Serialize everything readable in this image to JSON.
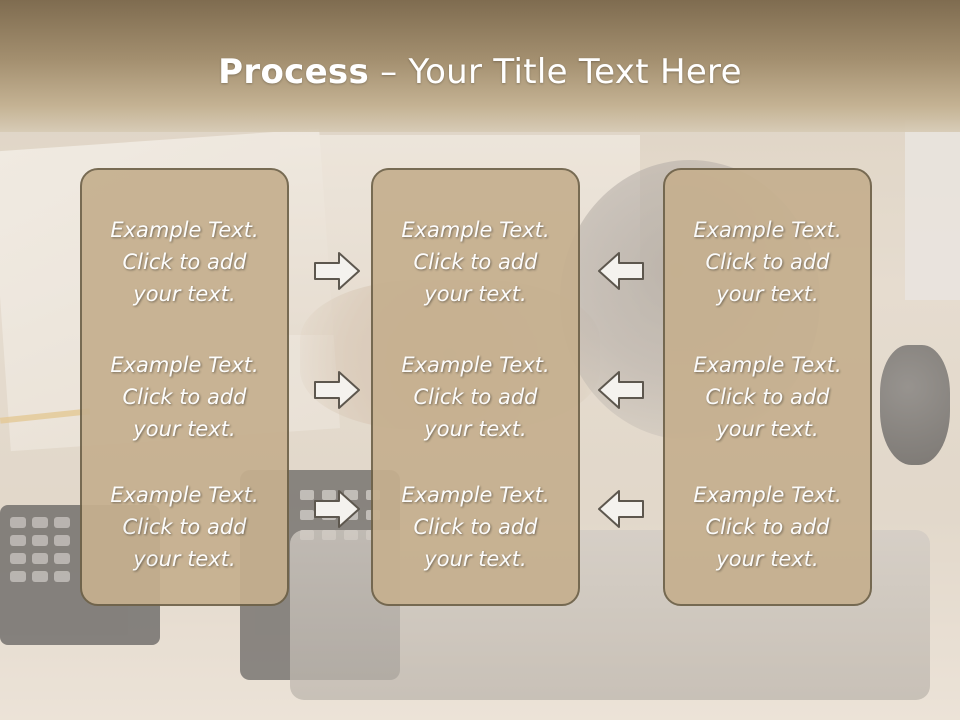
{
  "slide": {
    "title_bold": "Process",
    "title_rest": " – Your Title Text Here"
  },
  "columns": [
    {
      "items": [
        {
          "line1": "Example Text.",
          "line2": "Click  to add",
          "line3": "your text."
        },
        {
          "line1": "Example Text.",
          "line2": "Click  to add",
          "line3": "your text."
        },
        {
          "line1": "Example Text.",
          "line2": "Click  to add",
          "line3": "your text."
        }
      ]
    },
    {
      "items": [
        {
          "line1": "Example Text.",
          "line2": "Click  to add",
          "line3": "your text."
        },
        {
          "line1": "Example Text.",
          "line2": "Click  to add",
          "line3": "your text."
        },
        {
          "line1": "Example Text.",
          "line2": "Click  to add",
          "line3": "your text."
        }
      ]
    },
    {
      "items": [
        {
          "line1": "Example Text.",
          "line2": "Click  to add",
          "line3": "your text."
        },
        {
          "line1": "Example Text.",
          "line2": "Click  to add",
          "line3": "your text."
        },
        {
          "line1": "Example Text.",
          "line2": "Click  to add",
          "line3": "your text."
        }
      ]
    }
  ],
  "arrows": {
    "left_group": "right-arrow-icon",
    "right_group": "left-arrow-icon"
  },
  "colors": {
    "box_fill": "#c6b08f",
    "box_border": "#6f6249",
    "title_band": "#8f7a5b",
    "text": "#ffffff"
  }
}
